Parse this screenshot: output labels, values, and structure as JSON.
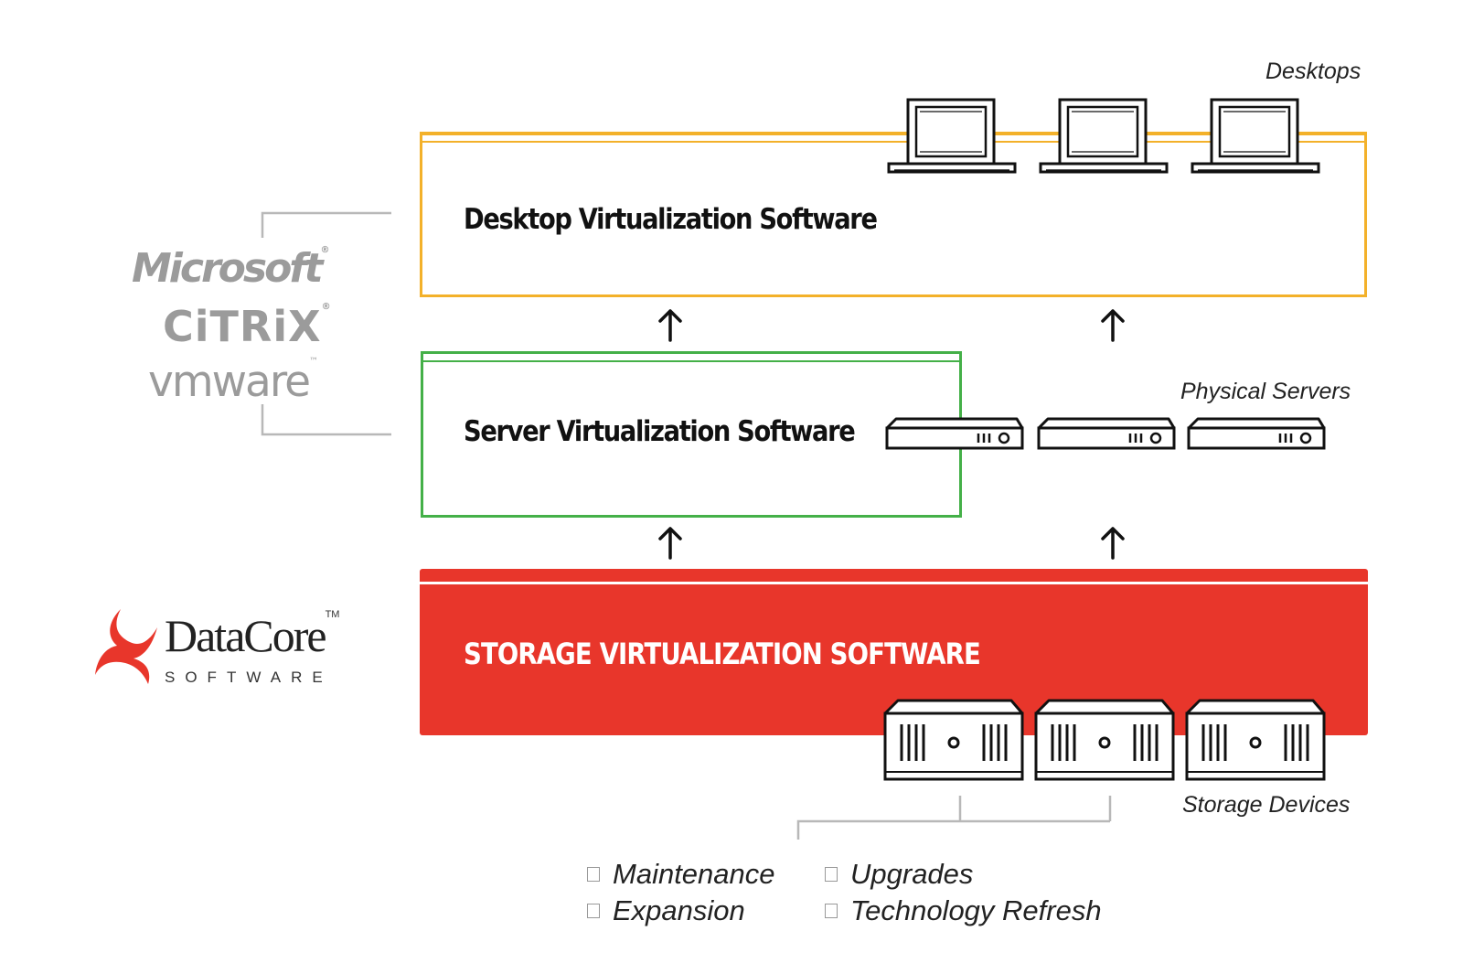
{
  "captions": {
    "desktops": "Desktops",
    "physical_servers": "Physical Servers",
    "storage_devices": "Storage Devices"
  },
  "layers": {
    "desktop": {
      "label": "Desktop Virtualization Software",
      "color": "#f3b12a"
    },
    "server": {
      "label": "Server Virtualization Software",
      "color": "#44b048"
    },
    "storage": {
      "label": "STORAGE VIRTUALIZATION SOFTWARE",
      "color": "#e8362b"
    }
  },
  "vendors": {
    "microsoft": "Microsoft",
    "citrix": "CiTRiX",
    "vmware": "vmware",
    "color": "#9b9b9b"
  },
  "datacore": {
    "name": "DataCore",
    "trademark": "TM",
    "subtitle": "SOFTWARE",
    "mark_color": "#e8362b"
  },
  "benefits": {
    "left": [
      "Maintenance",
      "Expansion"
    ],
    "right": [
      "Upgrades",
      "Technology Refresh"
    ]
  },
  "icons": {
    "desktop_device": "laptop-icon",
    "server_device": "rack-server-icon",
    "storage_device": "storage-array-icon",
    "flow": "arrow-up-icon"
  }
}
